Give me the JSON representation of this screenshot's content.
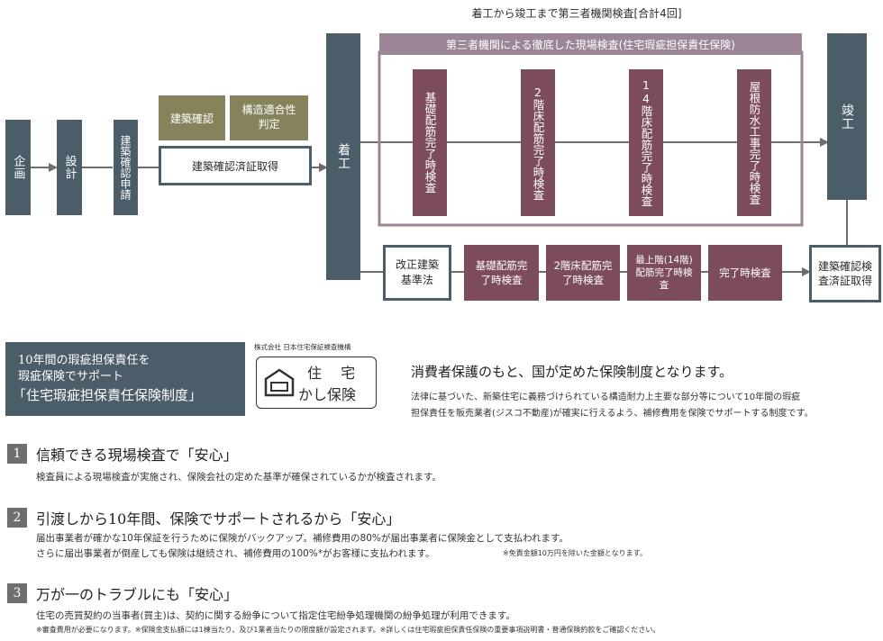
{
  "top_heading": "着工から竣工まで第三者機関検査[合計4回]",
  "third_party_banner": "第三者機関による徹底した現場検査(住宅瑕疵担保責任保険)",
  "flow": {
    "kikaku": "企画",
    "sekkei": "設計",
    "shinsei": "建築確認申請",
    "kenchiku_kakunin": "建築確認",
    "kouzou_tekigou": "構造適合性判定",
    "kakunin_sumi": "建築確認済証取得",
    "chakkou": "着工",
    "shunkou": "竣工"
  },
  "third_party_inspections": [
    "基礎配筋完了時検査",
    "2階床配筋完了時検査",
    "14階床配筋完了時検査",
    "屋根防水工事完了時検査"
  ],
  "law_row": {
    "law": "改正建築基準法",
    "steps": [
      "基礎配筋完了時検査",
      "2階床配筋完了時検査",
      "最上階(14階)配筋完了時検査",
      "完了時検査"
    ],
    "final": "建築確認検査済証取得"
  },
  "info_box": {
    "line1": "10年間の瑕疵担保責任を",
    "line2": "瑕疵保険でサポート",
    "line3": "「住宅瑕疵担保責任保険制度」"
  },
  "logo": {
    "company": "株式会社 日本住宅保証検査機構",
    "mark_top": "住 宅",
    "mark_bottom": "かし保険"
  },
  "consumer": {
    "title": "消費者保護のもと、国が定めた保険制度となります。",
    "body1": "法律に基づいた、新築住宅に義務づけられている構造耐力上主要な部分等について10年間の瑕疵",
    "body2": "担保責任を販売業者(ジスコ不動産)が確実に行えるよう、補修費用を保険でサポートする制度です。"
  },
  "points": [
    {
      "num": "1",
      "title": "信頼できる現場検査で「安心」",
      "lines": [
        "検査員による現場検査が実施され、保険会社の定めた基準が確保されているかが検査されます。"
      ],
      "note": ""
    },
    {
      "num": "2",
      "title": "引渡しから10年間、保険でサポートされるから「安心」",
      "lines": [
        "届出事業者が確かな10年保証を行うために保険がバックアップ。補修費用の80%が届出事業者に保険金として支払われます。",
        "さらに届出事業者が倒産しても保険は継続され、補修費用の100%*がお客様に支払われます。"
      ],
      "note": "※免責金額10万円を除いた金額となります。"
    },
    {
      "num": "3",
      "title": "万が一のトラブルにも「安心」",
      "lines": [
        "住宅の売買契約の当事者(買主)は、契約に関する紛争について指定住宅紛争処理機関の紛争処理が利用できます。"
      ],
      "note": "※審査費用が必要になります。※保険金支払額には1棟当たり、及び1業者当たりの限度額が設定されます。※詳しくは住宅瑕疵担保責任保険の重要事項説明書・普通保険約款をご確認ください。"
    }
  ],
  "colors": {
    "teal": "#4a5d68",
    "maroon": "#7d4c5b",
    "olive": "#86825b",
    "purple": "#9b8596"
  }
}
